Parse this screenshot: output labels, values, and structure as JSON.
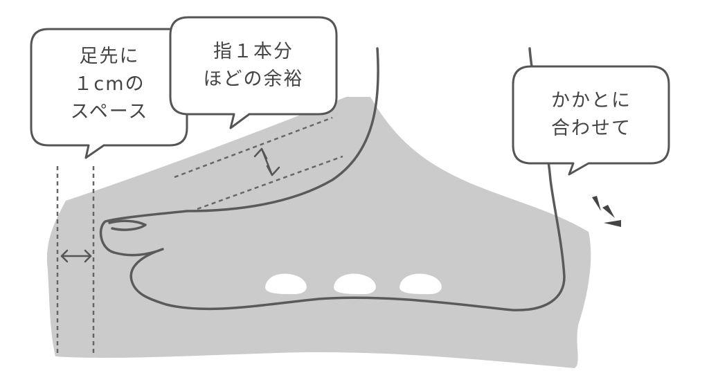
{
  "bubbles": {
    "toe_space": {
      "lines": [
        "足先に",
        "１cmの",
        "スペース"
      ]
    },
    "finger_room": {
      "lines": [
        "指１本分",
        "ほどの余裕"
      ]
    },
    "heel_fit": {
      "lines": [
        "かかとに",
        "合わせて"
      ]
    }
  },
  "colors": {
    "shoe": "#cbcbcb",
    "line": "#5a5a5a",
    "text": "#444444"
  }
}
